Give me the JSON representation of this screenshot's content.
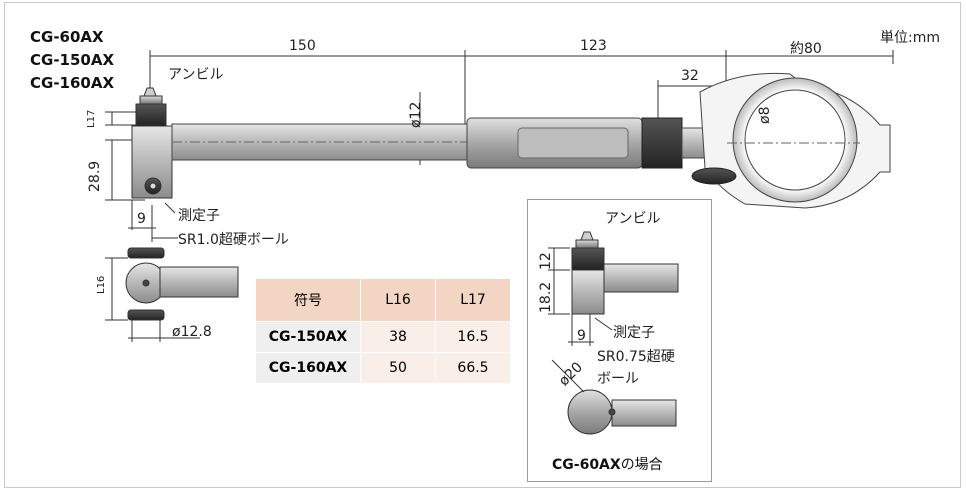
{
  "unit_label": "単位:mm",
  "models": [
    "CG-60AX",
    "CG-150AX",
    "CG-160AX"
  ],
  "dimensions": {
    "len_150": "150",
    "len_123": "123",
    "len_80": "約80",
    "len_32": "32",
    "dia_12": "ø12",
    "dia_8": "ø8",
    "l17": "L17",
    "h_28_9": "28.9",
    "w_9": "9",
    "l16": "L16",
    "dia_12_8": "ø12.8"
  },
  "labels": {
    "anvil": "アンビル",
    "contact_point": "測定子",
    "ball": "SR1.0超硬ボール"
  },
  "table": {
    "headers": [
      "符号",
      "L16",
      "L17"
    ],
    "rows": [
      [
        "CG-150AX",
        "38",
        "16.5"
      ],
      [
        "CG-160AX",
        "50",
        "66.5"
      ]
    ]
  },
  "inset": {
    "anvil": "アンビル",
    "dim_12": "12",
    "dim_18_2": "18.2",
    "dim_9": "9",
    "contact_point": "測定子",
    "ball_line1": "SR0.75超硬",
    "ball_line2": "ボール",
    "dia_20": "ø20",
    "caption_model": "CG-60AX",
    "caption_suffix": "の場合"
  }
}
